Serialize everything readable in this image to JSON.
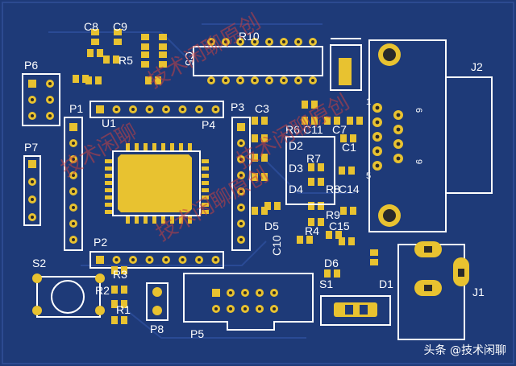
{
  "colors": {
    "board": "#1e3a78",
    "pad": "#e8c230",
    "silk": "#ffffff",
    "watermark": "#c84040",
    "hole": "#2a2a2a"
  },
  "labels": {
    "c8": "C8",
    "c9": "C9",
    "c5": "C5",
    "r5": "R5",
    "r10": "R10",
    "j2": "J2",
    "p6": "P6",
    "p1": "P1",
    "u1": "U1",
    "p4": "P4",
    "p3": "P3",
    "c3": "C3",
    "r6": "R6",
    "c11": "C11",
    "c7": "C7",
    "d2": "D2",
    "c1": "C1",
    "r7": "R7",
    "d3": "D3",
    "p7": "P7",
    "d4": "D4",
    "r8": "R8",
    "c14": "C14",
    "r9": "R9",
    "d5": "D5",
    "c10": "C10",
    "r4": "R4",
    "c15": "C15",
    "p2": "P2",
    "s2": "S2",
    "r3": "R3",
    "d6": "D6",
    "r2": "R2",
    "s1": "S1",
    "d1": "D1",
    "j1": "J1",
    "p8": "P8",
    "r1": "R1",
    "p5": "P5",
    "j2_pin1": "1",
    "j2_pin5": "5",
    "j2_pin6": "6",
    "j2_pin9": "9"
  },
  "watermark": {
    "top": "技术闲聊原创",
    "mid": "技术闲聊原创",
    "left": "技术闲聊",
    "bottom": "技术闲聊原创"
  },
  "credit": "头条 @技术闲聊"
}
